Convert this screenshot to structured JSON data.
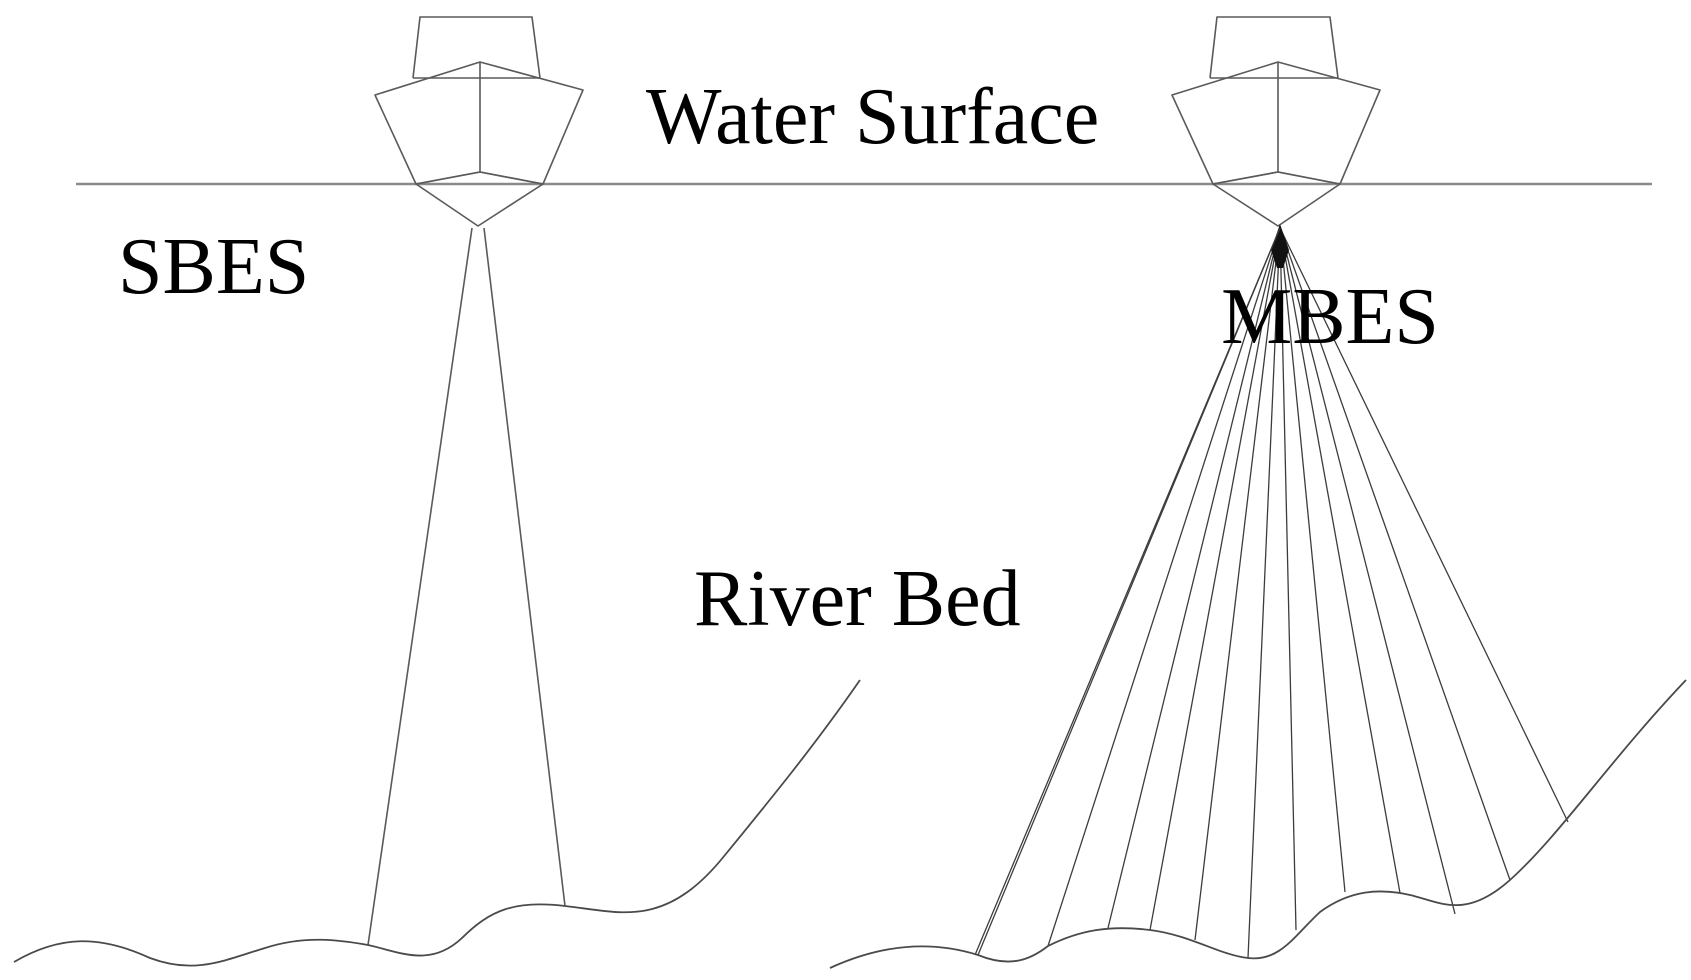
{
  "labels": {
    "water_surface": "Water Surface",
    "sbes": "SBES",
    "mbes": "MBES",
    "river_bed": "River Bed"
  },
  "mbes": {
    "beam_count": 13
  },
  "colors": {
    "background": "#ffffff",
    "line": "#5a5a5a",
    "text": "#000000"
  }
}
